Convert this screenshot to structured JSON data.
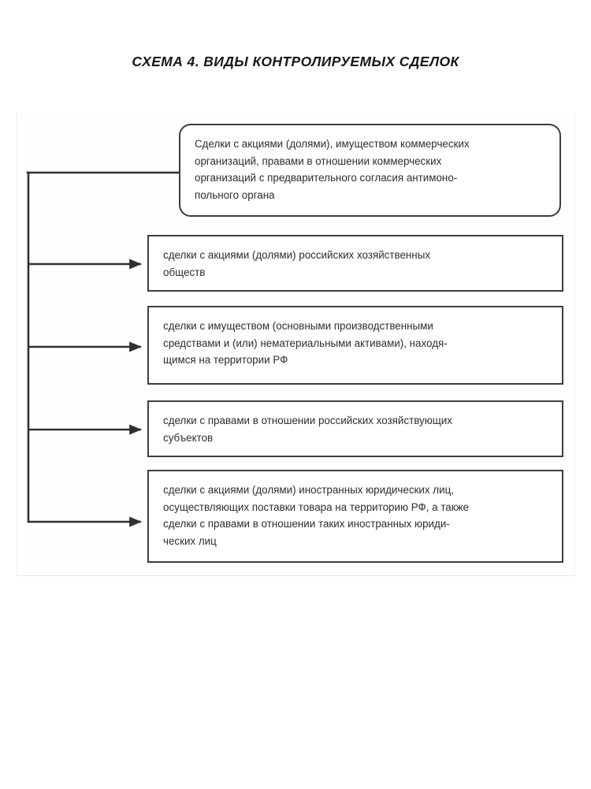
{
  "document": {
    "title": "СХЕМА 4. ВИДЫ КОНТРОЛИРУЕМЫХ СДЕЛОК",
    "language": "ru"
  },
  "colors": {
    "text": "#2b2d30",
    "title": "#17181a",
    "box_border": "#3b3d40",
    "connector": "#2f3134",
    "panel_background": "#fefefe",
    "page_background": "#ffffff"
  },
  "diagram": {
    "type": "hierarchy-tree",
    "orientation": "left-trunk-right-branches",
    "root": {
      "id": "node-0",
      "shape": "rounded-rectangle",
      "connector": "plain-line",
      "lines": [
        "Сделки с акциями (долями), имуществом коммерческих",
        "организаций, правами в отношении коммерческих",
        "организаций с предварительного согласия антимоно-",
        "польного органа"
      ],
      "text": "Сделки с акциями (долями), имуществом коммерческих организаций, правами в отношении коммерческих организаций с предварительного согласия антимонопольного органа"
    },
    "children": [
      {
        "id": "node-1",
        "shape": "rectangle",
        "connector": "arrow",
        "lines": [
          "сделки с акциями (долями) российских хозяйственных",
          "обществ"
        ],
        "text": "сделки с акциями (долями) российских хозяйственных обществ"
      },
      {
        "id": "node-2",
        "shape": "rectangle",
        "connector": "arrow",
        "lines": [
          "сделки с имуществом (основными производственными",
          "средствами и (или) нематериальными активами), находя-",
          "щимся на территории РФ"
        ],
        "text": "сделки с имуществом (основными производственными средствами и (или) нематериальными активами), находящимся на территории РФ"
      },
      {
        "id": "node-3",
        "shape": "rectangle",
        "connector": "arrow",
        "lines": [
          "сделки с правами в отношении российских хозяйствующих",
          "субъектов"
        ],
        "text": "сделки с правами в отношении российских хозяйствующих субъектов"
      },
      {
        "id": "node-4",
        "shape": "rectangle",
        "connector": "arrow",
        "lines": [
          "сделки с акциями (долями) иностранных юридических лиц,",
          "осуществляющих поставки товара на территорию РФ, а также",
          "сделки с правами в отношении таких иностранных юриди-",
          "ческих лиц"
        ],
        "text": "сделки с акциями (долями) иностранных юридических лиц, осуществляющих поставки товара на территорию РФ, а также сделки с правами в отношении таких иностранных юридических лиц"
      }
    ]
  }
}
